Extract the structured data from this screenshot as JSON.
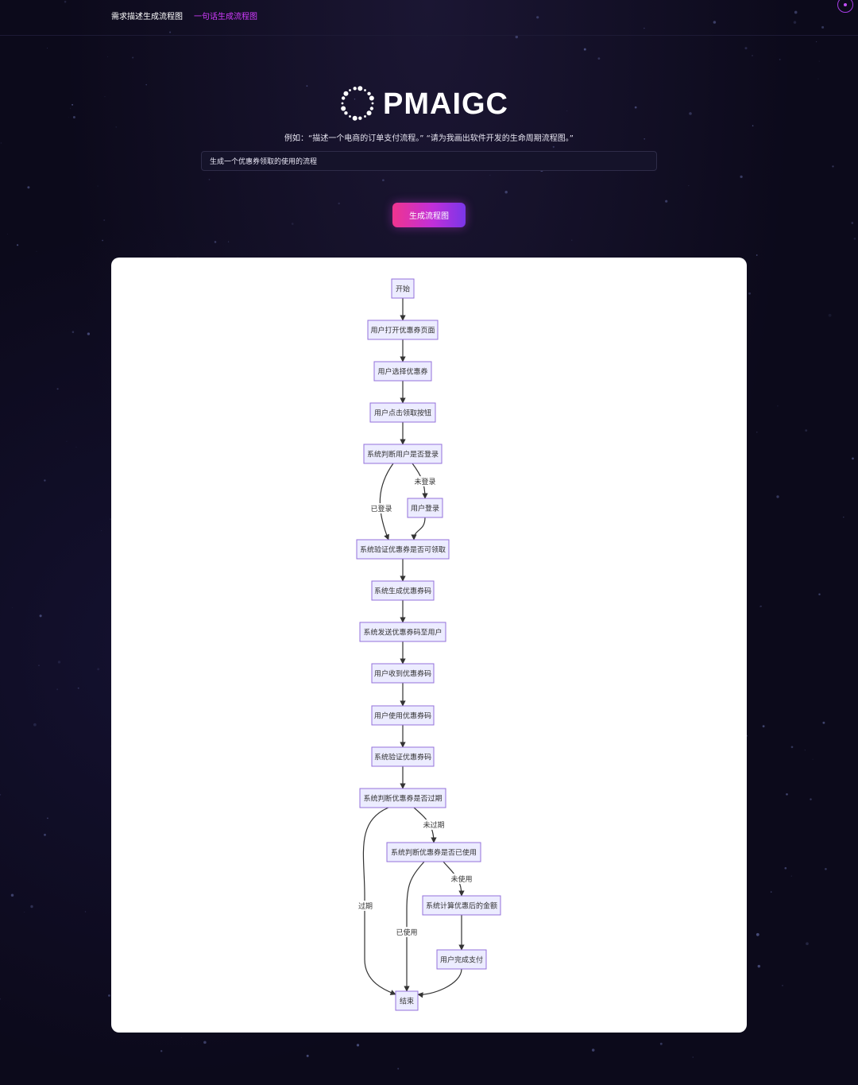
{
  "nav": {
    "tabs": [
      {
        "label": "需求描述生成流程图",
        "active": false
      },
      {
        "label": "一句话生成流程图",
        "active": true
      }
    ]
  },
  "brand": {
    "name": "PMAIGC",
    "logo_icon": "dotted-ring-icon"
  },
  "prompt": {
    "example_text": "例如：“描述一个电商的订单支付流程。” “请为我画出软件开发的生命周期流程图。”",
    "value": "生成一个优惠券领取的使用的流程"
  },
  "generate_button": {
    "label": "生成流程图"
  },
  "colors": {
    "accent_pink": "#f0348f",
    "accent_purple": "#7a36e8",
    "active_tab": "#d23cff",
    "node_fill": "#ececff",
    "node_stroke": "#9370db"
  },
  "flowchart": {
    "nodes": [
      {
        "id": "start",
        "label": "开始"
      },
      {
        "id": "open",
        "label": "用户打开优惠券页面"
      },
      {
        "id": "select",
        "label": "用户选择优惠券"
      },
      {
        "id": "click",
        "label": "用户点击领取按钮"
      },
      {
        "id": "checkLogin",
        "label": "系统判断用户是否登录"
      },
      {
        "id": "login",
        "label": "用户登录"
      },
      {
        "id": "verifyClaim",
        "label": "系统验证优惠券是否可领取"
      },
      {
        "id": "genCode",
        "label": "系统生成优惠券码"
      },
      {
        "id": "sendCode",
        "label": "系统发送优惠券码至用户"
      },
      {
        "id": "receive",
        "label": "用户收到优惠券码"
      },
      {
        "id": "use",
        "label": "用户使用优惠券码"
      },
      {
        "id": "verifyCode",
        "label": "系统验证优惠券码"
      },
      {
        "id": "checkExpire",
        "label": "系统判断优惠券是否过期"
      },
      {
        "id": "checkUsed",
        "label": "系统判断优惠券是否已使用"
      },
      {
        "id": "calc",
        "label": "系统计算优惠后的金额"
      },
      {
        "id": "pay",
        "label": "用户完成支付"
      },
      {
        "id": "end",
        "label": "结束"
      }
    ],
    "edges": [
      {
        "from": "start",
        "to": "open",
        "label": ""
      },
      {
        "from": "open",
        "to": "select",
        "label": ""
      },
      {
        "from": "select",
        "to": "click",
        "label": ""
      },
      {
        "from": "click",
        "to": "checkLogin",
        "label": ""
      },
      {
        "from": "checkLogin",
        "to": "verifyClaim",
        "label": "已登录"
      },
      {
        "from": "checkLogin",
        "to": "login",
        "label": "未登录"
      },
      {
        "from": "login",
        "to": "verifyClaim",
        "label": ""
      },
      {
        "from": "verifyClaim",
        "to": "genCode",
        "label": ""
      },
      {
        "from": "genCode",
        "to": "sendCode",
        "label": ""
      },
      {
        "from": "sendCode",
        "to": "receive",
        "label": ""
      },
      {
        "from": "receive",
        "to": "use",
        "label": ""
      },
      {
        "from": "use",
        "to": "verifyCode",
        "label": ""
      },
      {
        "from": "verifyCode",
        "to": "checkExpire",
        "label": ""
      },
      {
        "from": "checkExpire",
        "to": "end",
        "label": "过期"
      },
      {
        "from": "checkExpire",
        "to": "checkUsed",
        "label": "未过期"
      },
      {
        "from": "checkUsed",
        "to": "end",
        "label": "已使用"
      },
      {
        "from": "checkUsed",
        "to": "calc",
        "label": "未使用"
      },
      {
        "from": "calc",
        "to": "pay",
        "label": ""
      },
      {
        "from": "pay",
        "to": "end",
        "label": ""
      }
    ]
  }
}
